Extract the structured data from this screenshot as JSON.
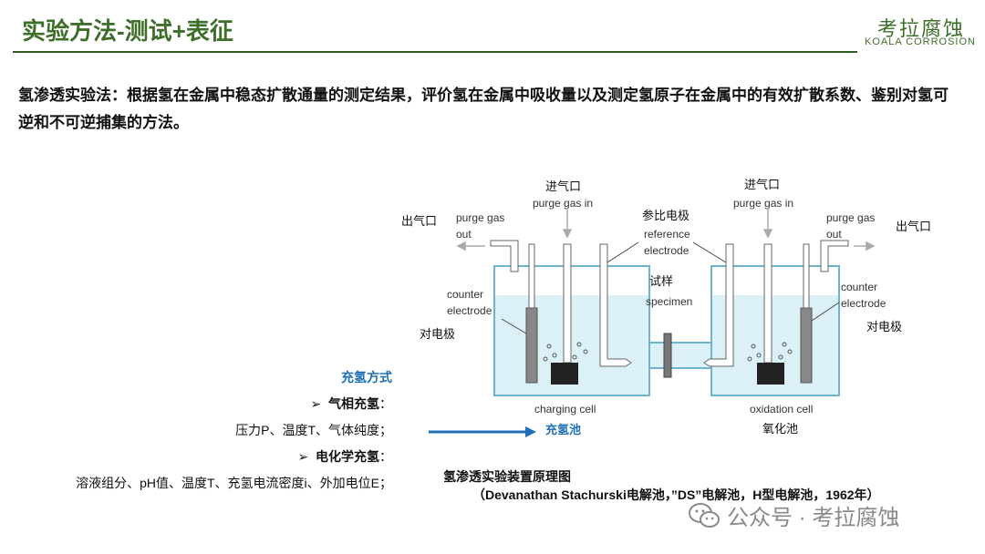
{
  "header": {
    "title": "实验方法-测试+表征",
    "logo_cn": "考拉腐蚀",
    "logo_en": "KOALA CORROSION"
  },
  "intro": "氢渗透实验法：根据氢在金属中稳态扩散通量的测定结果，评价氢在金属中吸收量以及测定氢原子在金属中的有效扩散系数、鉴别对氢可逆和不可逆捕集的方法。",
  "diagram": {
    "left_outlet_cn": "出气口",
    "left_outlet_en_1": "purge gas",
    "left_outlet_en_2": "out",
    "left_inlet_cn": "进气口",
    "left_inlet_en": "purge gas in",
    "ref_cn": "参比电极",
    "ref_en_1": "reference",
    "ref_en_2": "electrode",
    "right_inlet_cn": "进气口",
    "right_inlet_en": "purge gas in",
    "right_outlet_en_1": "purge gas",
    "right_outlet_en_2": "out",
    "right_outlet_cn": "出气口",
    "counter_left_en_1": "counter",
    "counter_left_en_2": "electrode",
    "counter_left_cn": "对电极",
    "specimen_cn": "试样",
    "specimen_en": "specimen",
    "counter_right_en_1": "counter",
    "counter_right_en_2": "electrode",
    "counter_right_cn": "对电极",
    "charging_en": "charging cell",
    "oxidation_en": "oxidation cell",
    "oxidation_cn": "氧化池"
  },
  "charging": {
    "heading": "充氢方式",
    "method1": "气相充氢",
    "method1_params": "压力P、温度T、气体纯度；",
    "method2": "电化学充氢",
    "method2_params": "溶液组分、pH值、温度T、充氢电流密度i、外加电位E；",
    "arrow_label": "充氢池",
    "bullet": "➢"
  },
  "caption": {
    "line1": "氢渗透实验装置原理图",
    "line2": "（Devanathan Stachurski电解池，”DS”电解池，H型电解池，1962年）"
  },
  "watermark": {
    "text": "公众号 · 考拉腐蚀"
  },
  "colors": {
    "title_green": "#3d6f2a",
    "accent_blue": "#1f6fb5",
    "solution": "#dcf1f7",
    "cell_edge": "#6fb3cf"
  }
}
